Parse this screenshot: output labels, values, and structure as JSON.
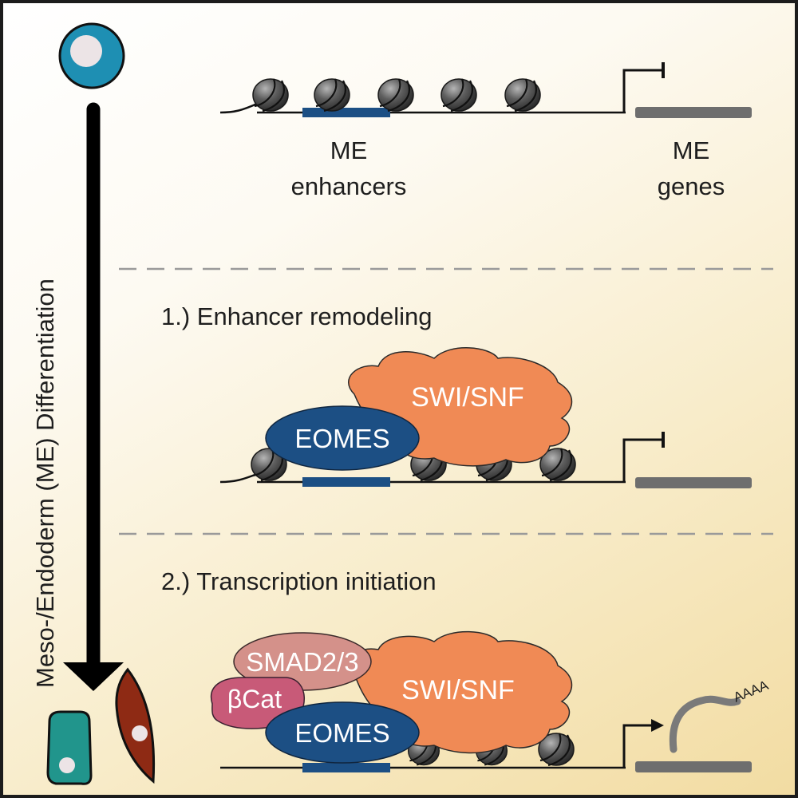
{
  "side_axis": {
    "label": "Meso-/Endoderm (ME) Differentiation",
    "start_cell": "stem-cell",
    "end_cells": [
      "endoderm-cell",
      "mesoderm-cell"
    ]
  },
  "panels": [
    {
      "id": "baseline",
      "title": "",
      "enhancer_label_line1": "ME",
      "enhancer_label_line2": "enhancers",
      "gene_label_line1": "ME",
      "gene_label_line2": "genes",
      "promoter_state": "repressed",
      "nucleosome_count": 5
    },
    {
      "id": "step1",
      "title": "1.) Enhancer remodeling",
      "factors": [
        "SWI/SNF",
        "EOMES"
      ],
      "promoter_state": "repressed",
      "nucleosome_count": 4
    },
    {
      "id": "step2",
      "title": "2.) Transcription initiation",
      "factors": [
        "SMAD2/3",
        "βCat",
        "SWI/SNF",
        "EOMES"
      ],
      "promoter_state": "active",
      "transcript_tail": "AAAA",
      "nucleosome_count": 3
    }
  ],
  "colors": {
    "stem_cell": "#1e8fb3",
    "endoderm_cell": "#21958c",
    "mesoderm_cell": "#8e2a14",
    "nucleus": "#ece4e6",
    "eomes": "#1c4f84",
    "swisnf": "#f08a55",
    "smad": "#d4918a",
    "bcat": "#c85a78",
    "enhancer": "#1c4f84",
    "gene": "#6e6e6e",
    "nucleosome": "#4a4a4a",
    "divider": "#9a9a9a"
  }
}
